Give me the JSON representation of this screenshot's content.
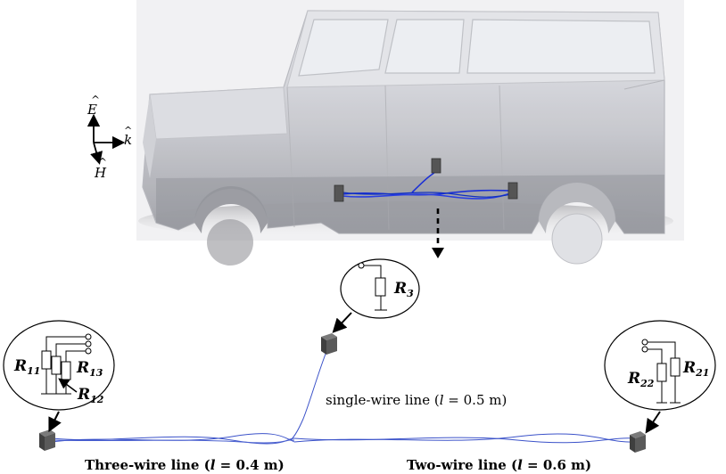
{
  "field_axes": {
    "e_field": "E",
    "h_field": "H",
    "k_vector": "k"
  },
  "callouts": {
    "r3": {
      "letter": "R",
      "sub": "3"
    },
    "r11": {
      "letter": "R",
      "sub": "11"
    },
    "r12": {
      "letter": "R",
      "sub": "12"
    },
    "r13": {
      "letter": "R",
      "sub": "13"
    },
    "r21": {
      "letter": "R",
      "sub": "21"
    },
    "r22": {
      "letter": "R",
      "sub": "22"
    }
  },
  "line_labels": {
    "single": {
      "pre": "single-wire line (",
      "var": "l",
      "post": " = 0.5 m)"
    },
    "three": {
      "pre": "Three-wire line (",
      "var": "l",
      "post": " = 0.4 m)"
    },
    "two": {
      "pre": "Two-wire line (",
      "var": "l",
      "post": " = 0.6 m)"
    }
  },
  "colors": {
    "wire_inside_car": "#1a2fd6",
    "wire_harness": "#3b52c9",
    "car_body": "#c8c9ce",
    "terminal_block": "#555555"
  }
}
